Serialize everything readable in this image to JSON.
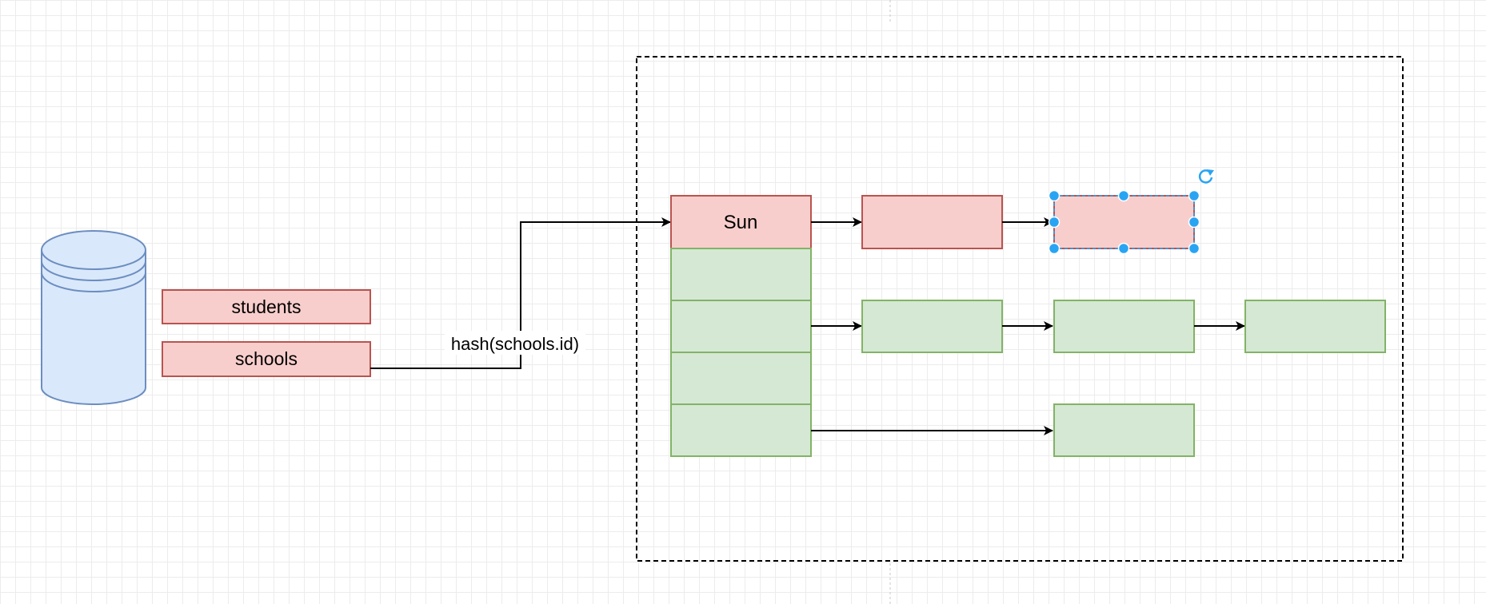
{
  "diagram": {
    "tables": [
      {
        "key": "students",
        "label": "students"
      },
      {
        "key": "schools",
        "label": "schools"
      }
    ],
    "edge_label": "hash(schools.id)",
    "bucket_head_label": "Sun",
    "colors": {
      "red_fill": "#f8cecc",
      "red_stroke": "#b85450",
      "green_fill": "#d5e8d4",
      "green_stroke": "#82b366",
      "db_fill": "#dae8fc",
      "db_stroke": "#6c8ebf",
      "selection": "#29a4f3"
    },
    "selected_node": "chain-node-red-2",
    "icons": [
      "database-icon",
      "rotate-handle-icon"
    ]
  }
}
